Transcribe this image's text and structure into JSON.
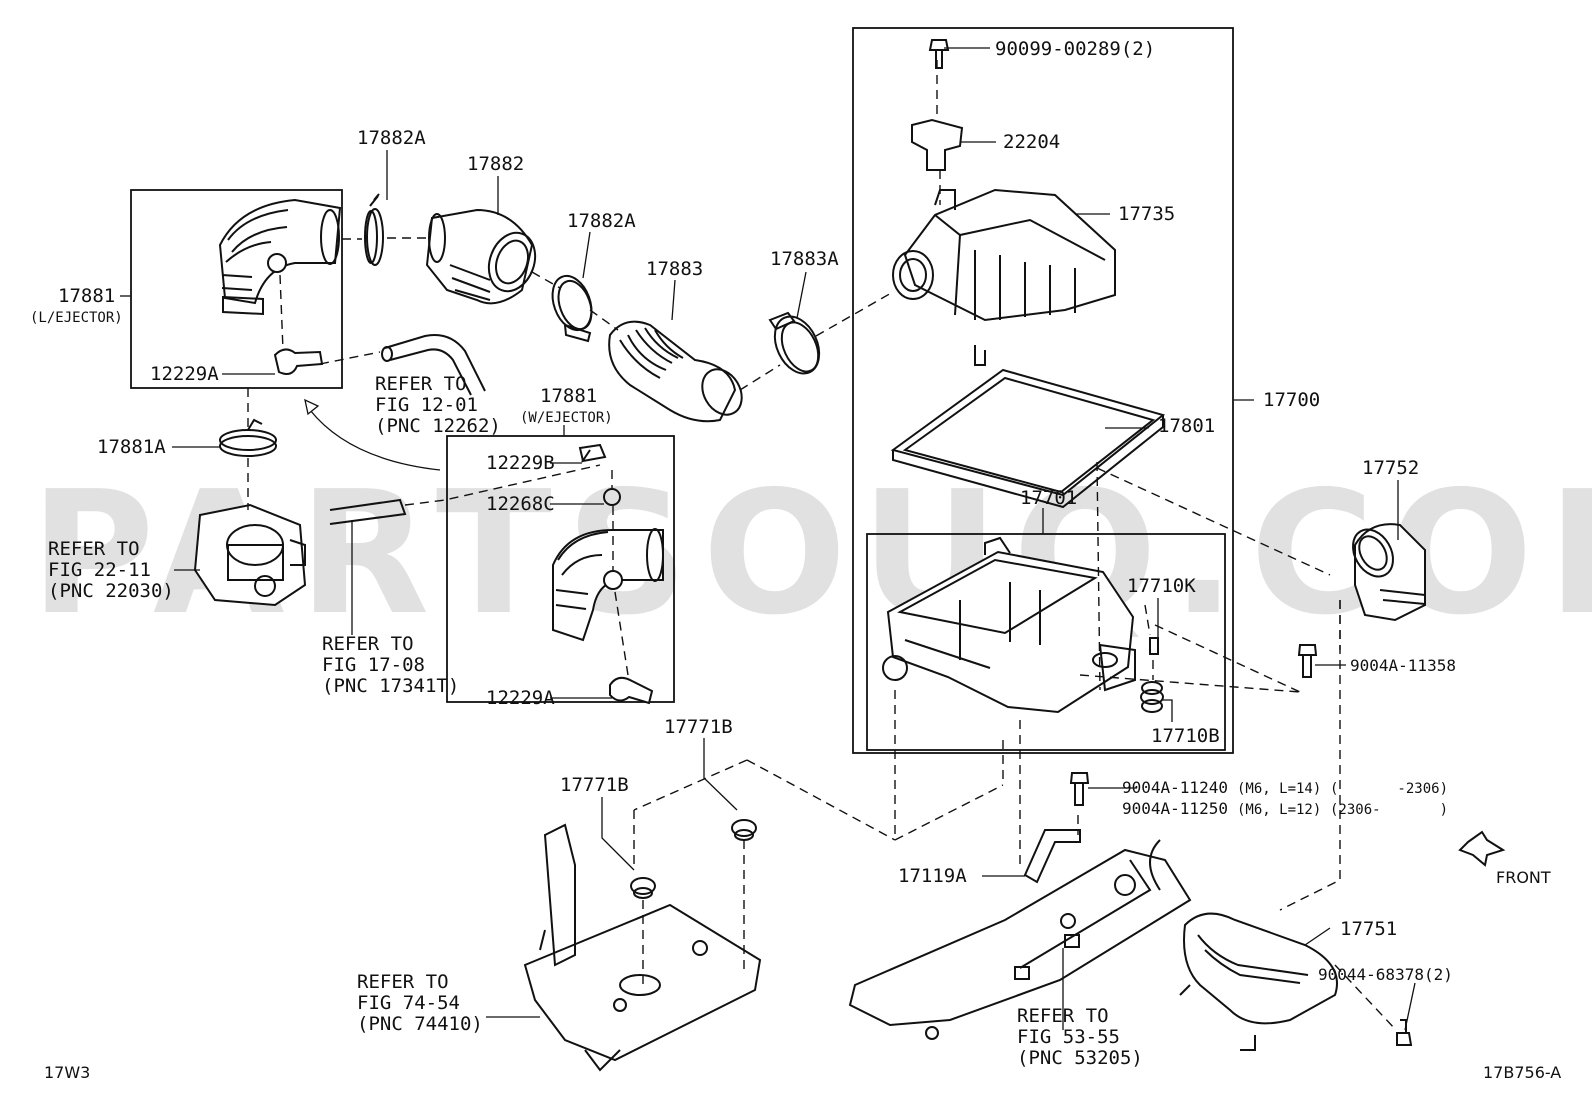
{
  "watermark": "PARTSOUQ.COM",
  "diagram_code": "17B756-A",
  "page_code": "17W3",
  "front_label": "FRONT",
  "parts": {
    "p17882A_top": "17882A",
    "p17882": "17882",
    "p17882A_mid": "17882A",
    "p17883": "17883",
    "p17883A": "17883A",
    "p17881": "17881",
    "p17881_note": "(L/EJECTOR)",
    "p12229A_top": "12229A",
    "p17881A": "17881A",
    "p17881_w": "17881",
    "p17881_w_note": "(W/EJECTOR)",
    "p12229B": "12229B",
    "p12268C": "12268C",
    "p12229A_bot": "12229A",
    "p17771B_right": "17771B",
    "p17771B_left": "17771B",
    "p90099": "90099-00289(2)",
    "p22204": "22204",
    "p17735": "17735",
    "p17700": "17700",
    "p17801": "17801",
    "p17701": "17701",
    "p17710K": "17710K",
    "p17710B": "17710B",
    "p17752": "17752",
    "p9004A_11358": "9004A-11358",
    "p9004A_11240": "9004A-11240",
    "p9004A_11240_spec": "(M6, L=14)",
    "p9004A_11240_date": "(       -2306)",
    "p9004A_11250": "9004A-11250",
    "p9004A_11250_spec": "(M6, L=12)",
    "p9004A_11250_date": "(2306-       )",
    "p17119A": "17119A",
    "p17751": "17751",
    "p90044": "90044-68378(2)"
  },
  "refs": {
    "r1": [
      "REFER TO",
      "FIG 12-01",
      "(PNC 12262)"
    ],
    "r2": [
      "REFER TO",
      "FIG 22-11",
      "(PNC 22030)"
    ],
    "r3": [
      "REFER TO",
      "FIG 17-08",
      "(PNC 17341T)"
    ],
    "r4": [
      "REFER TO",
      "FIG 74-54",
      "(PNC 74410)"
    ],
    "r5": [
      "REFER TO",
      "FIG 53-55",
      "(PNC 53205)"
    ]
  }
}
